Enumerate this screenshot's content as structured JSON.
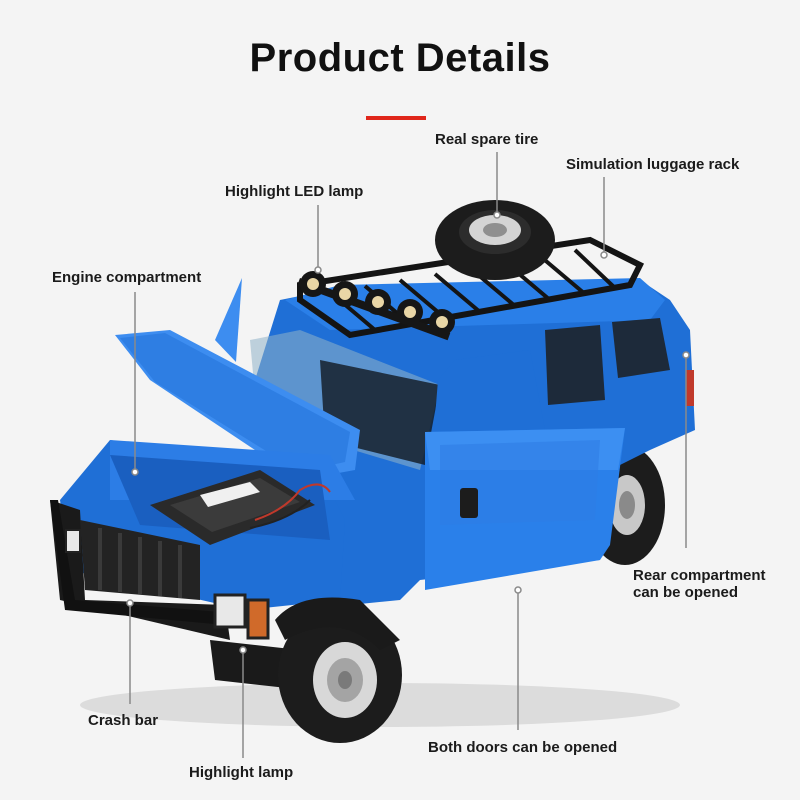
{
  "header": {
    "title": "Product Details"
  },
  "callouts": {
    "spare_tire": "Real spare tire",
    "luggage_rack": "Simulation luggage rack",
    "led_lamp": "Highlight LED lamp",
    "engine": "Engine compartment",
    "rear_line1": "Rear compartment",
    "rear_line2": "can be opened",
    "crash_bar": "Crash bar",
    "doors": "Both doors can be opened",
    "highlight_lamp": "Highlight lamp"
  },
  "colors": {
    "accent": "#e0261b",
    "body_blue": "#1f6fd6",
    "dark": "#1a1a1a"
  }
}
